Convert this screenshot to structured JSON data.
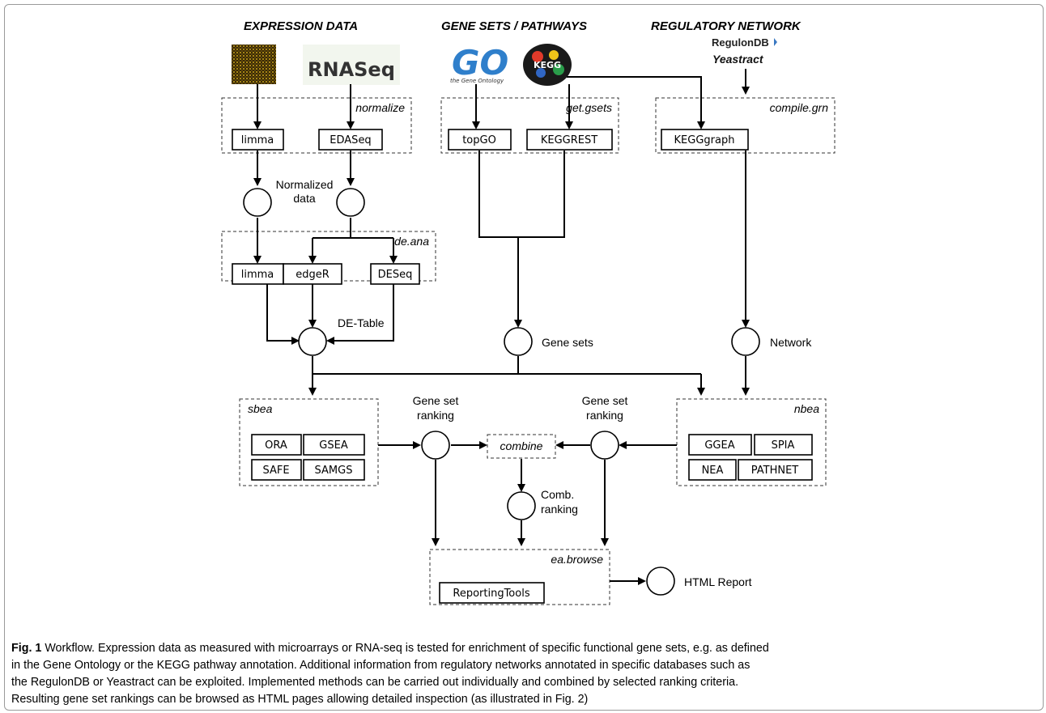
{
  "sections": {
    "expression": "EXPRESSION DATA",
    "gene_sets": "GENE SETS / PATHWAYS",
    "regulatory": "REGULATORY NETWORK"
  },
  "logos": {
    "rnaseq": "RNASeq",
    "go": "GO",
    "go_sub": "the Gene Ontology",
    "kegg": "KEGG",
    "regulondb": "RegulonDB",
    "yeastract": "Yeastract"
  },
  "groups": {
    "normalize": "normalize",
    "get_gsets": "get.gsets",
    "compile_grn": "compile.grn",
    "de_ana": "de.ana",
    "sbea": "sbea",
    "nbea": "nbea",
    "combine": "combine",
    "ea_browse": "ea.browse"
  },
  "tools": {
    "limma_norm": "limma",
    "edaseq": "EDASeq",
    "topgo": "topGO",
    "keggrest": "KEGGREST",
    "kegggraph": "KEGGgraph",
    "limma_de": "limma",
    "edger": "edgeR",
    "deseq": "DESeq",
    "ora": "ORA",
    "gsea": "GSEA",
    "safe": "SAFE",
    "samgs": "SAMGS",
    "ggea": "GGEA",
    "spia": "SPIA",
    "nea": "NEA",
    "pathnet": "PATHNET",
    "reportingtools": "ReportingTools"
  },
  "nodes": {
    "normalized_1": "Normalized",
    "normalized_2": "data",
    "de_table": "DE-Table",
    "gene_sets": "Gene sets",
    "network": "Network",
    "ranking_left_1": "Gene set",
    "ranking_left_2": "ranking",
    "ranking_right_1": "Gene set",
    "ranking_right_2": "ranking",
    "comb_1": "Comb.",
    "comb_2": "ranking",
    "html_report": "HTML Report"
  },
  "caption": {
    "label": "Fig. 1",
    "line1": " Workflow. Expression data as measured with microarrays or RNA-seq is tested for enrichment of specific functional gene sets, e.g. as defined",
    "line2": "in the Gene Ontology or the KEGG pathway annotation. Additional information from regulatory networks annotated in specific databases such as",
    "line3": "the RegulonDB or Yeastract can be exploited. Implemented methods can be carried out individually and combined by selected ranking criteria.",
    "line4": "Resulting gene set rankings can be browsed as HTML pages allowing detailed inspection (as illustrated in Fig. 2)"
  }
}
